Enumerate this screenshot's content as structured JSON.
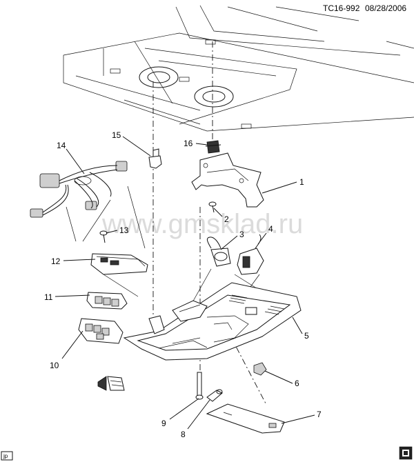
{
  "header": {
    "ref": "TC16-992",
    "date": "08/28/2006"
  },
  "watermark": "www.gmsklad.ru",
  "corner_tag": "jp",
  "callouts": [
    {
      "id": "c1",
      "label": "1"
    },
    {
      "id": "c2",
      "label": "2"
    },
    {
      "id": "c3",
      "label": "3"
    },
    {
      "id": "c4",
      "label": "4"
    },
    {
      "id": "c5",
      "label": "5"
    },
    {
      "id": "c6",
      "label": "6"
    },
    {
      "id": "c7",
      "label": "7"
    },
    {
      "id": "c8",
      "label": "8"
    },
    {
      "id": "c9",
      "label": "9"
    },
    {
      "id": "c10",
      "label": "10"
    },
    {
      "id": "c11",
      "label": "11"
    },
    {
      "id": "c12",
      "label": "12"
    },
    {
      "id": "c13",
      "label": "13"
    },
    {
      "id": "c14",
      "label": "14"
    },
    {
      "id": "c15",
      "label": "15"
    },
    {
      "id": "c16",
      "label": "16"
    }
  ],
  "icons": [
    "front-arrow-icon",
    "vehicle-logo-icon"
  ]
}
